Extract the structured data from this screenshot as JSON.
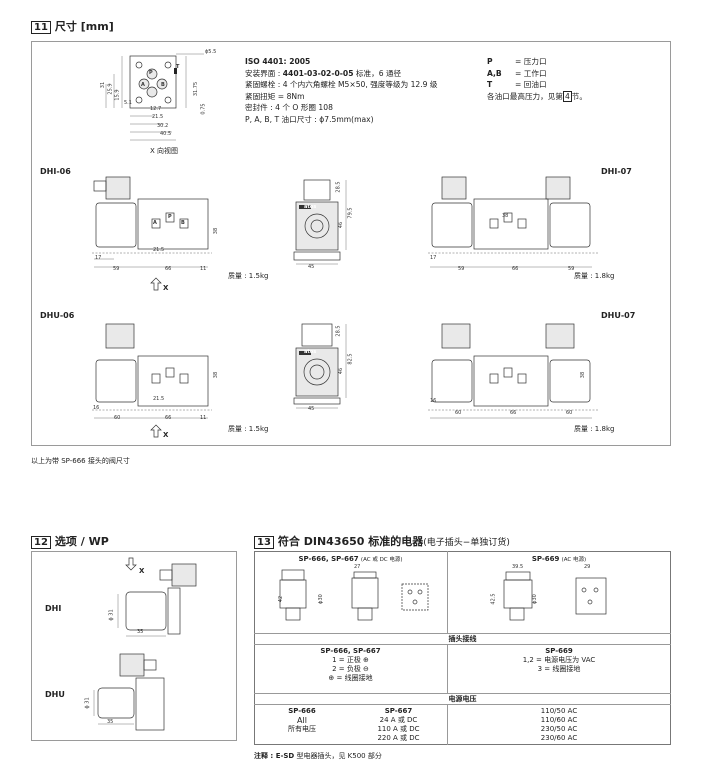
{
  "sec11": {
    "num": "11",
    "title": "尺寸 [mm]",
    "spec_title": "ISO 4401: 2005",
    "spec_line1_a": "安装界面 : ",
    "spec_line1_b": "4401-03-02-0-05",
    "spec_line1_c": " 标准，6 通径",
    "spec_line2": "紧固螺栓 : 4 个内六角螺栓 M5×50, 强度等级为 12.9 级",
    "spec_line3": "紧固扭矩 = 8Nm",
    "spec_line4": "密封件 : 4 个 O 形圈 108",
    "spec_line5": "P, A, B, T 油口尺寸 : ϕ7.5mm(max)",
    "port_p": "P",
    "port_p_desc": "= 压力口",
    "port_ab": "A,B",
    "port_ab_desc": "= 工作口",
    "port_t": "T",
    "port_t_desc": "= 回油口",
    "port_note_a": "各油口最高压力，见第",
    "port_note_num": "4",
    "port_note_b": "节。",
    "x_view": "X 向视图",
    "footnote": "以上为带 SP-666 接头的阀尺寸"
  },
  "surface_dims": {
    "d55": "ϕ5.5",
    "d31": "31",
    "d259": "25.9",
    "d159": "15.9",
    "d51": "5.1",
    "d127": "12.7",
    "d215": "21.5",
    "d302": "30.2",
    "d405": "40.5",
    "d3175": "31.75",
    "d075": "0.75",
    "p": "P",
    "t": "T",
    "a": "A",
    "b": "B"
  },
  "valves": {
    "dhi06": {
      "name": "DHI-06",
      "weight": "质量 : 1.5kg",
      "left": "59",
      "mid": "66",
      "right": "11",
      "h": "38",
      "off": "17",
      "s": "21.5"
    },
    "dhi07": {
      "name": "DHI-07",
      "weight": "质量 : 1.8kg",
      "left": "59",
      "mid": "66",
      "right": "59",
      "h": "38",
      "off": "17"
    },
    "dhu06": {
      "name": "DHU-06",
      "weight": "质量 : 1.5kg",
      "left": "60",
      "mid": "66",
      "right": "11",
      "h": "38",
      "off": "16",
      "s": "21.5"
    },
    "dhu07": {
      "name": "DHU-07",
      "weight": "质量 : 1.8kg",
      "left": "60",
      "mid": "66",
      "right": "60",
      "h": "38",
      "off": "16"
    },
    "x_label": "X",
    "end1": {
      "w": "45",
      "h1": "28.5",
      "h2": "46",
      "h3": "79.5",
      "brand": "atos"
    },
    "end2": {
      "w": "45",
      "h1": "28.5",
      "h2": "46",
      "h3": "82.5",
      "brand": "atos"
    }
  },
  "sec12": {
    "num": "12",
    "title": "选项 / WP",
    "dhi": "DHI",
    "dhu": "DHU",
    "d31": "ϕ 31",
    "d35": "35",
    "x": "X"
  },
  "sec13": {
    "num": "13",
    "title": "符合 DIN43650 标准的电器",
    "title_suffix": "(电子插头−单独订货)",
    "col1_title": "SP-666, SP-667",
    "col1_title_note": "(AC 或 DC 电源)",
    "col2_title": "SP-669",
    "col2_title_note": "(AC 电源)",
    "dims1": {
      "d27": "27",
      "d42": "42",
      "d30": "ϕ30"
    },
    "dims2": {
      "d395": "39.5",
      "d29": "29",
      "d425": "42.5",
      "d30": "ϕ30"
    },
    "wiring_header": "插头接线",
    "wiring_col1_title": "SP-666, SP-667",
    "wiring_col1": [
      "1 = 正极 ⊕",
      "2 = 负极 ⊖",
      "⊕ = 线圈接地"
    ],
    "wiring_col2_title": "SP-669",
    "wiring_col2": [
      "1,2 = 电源电压为 VAC",
      "3    = 线圈接地"
    ],
    "voltage_header": "电源电压",
    "sp666_title": "SP-666",
    "sp666_val": "All",
    "sp666_sub": "所有电压",
    "sp667_title": "SP-667",
    "sp667_vals": [
      "24 A  或 DC",
      "110 A  或 DC",
      "220 A  或 DC"
    ],
    "sp669_vals": [
      "110/50 AC",
      "110/60 AC",
      "230/50 AC",
      "230/60 AC"
    ],
    "note_label": "注释 : ",
    "note_bold": "E-SD",
    "note_rest": " 型电器插头，见 K500 部分"
  }
}
